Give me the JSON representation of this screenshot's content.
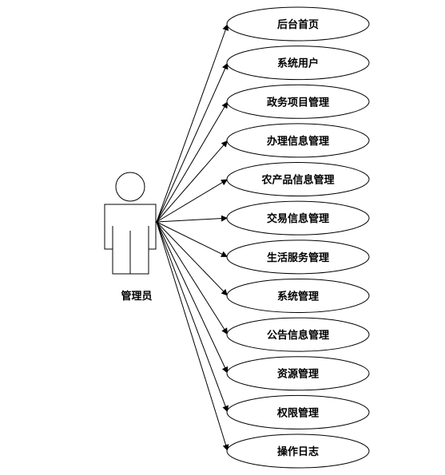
{
  "actor": {
    "label": "管理员"
  },
  "use_cases": [
    {
      "label": "后台首页"
    },
    {
      "label": "系统用户"
    },
    {
      "label": "政务项目管理"
    },
    {
      "label": "办理信息管理"
    },
    {
      "label": "农产品信息管理"
    },
    {
      "label": "交易信息管理"
    },
    {
      "label": "生活服务管理"
    },
    {
      "label": "系统管理"
    },
    {
      "label": "公告信息管理"
    },
    {
      "label": "资源管理"
    },
    {
      "label": "权限管理"
    },
    {
      "label": "操作日志"
    }
  ],
  "colors": {
    "stroke": "#000000",
    "fill": "#ffffff"
  }
}
